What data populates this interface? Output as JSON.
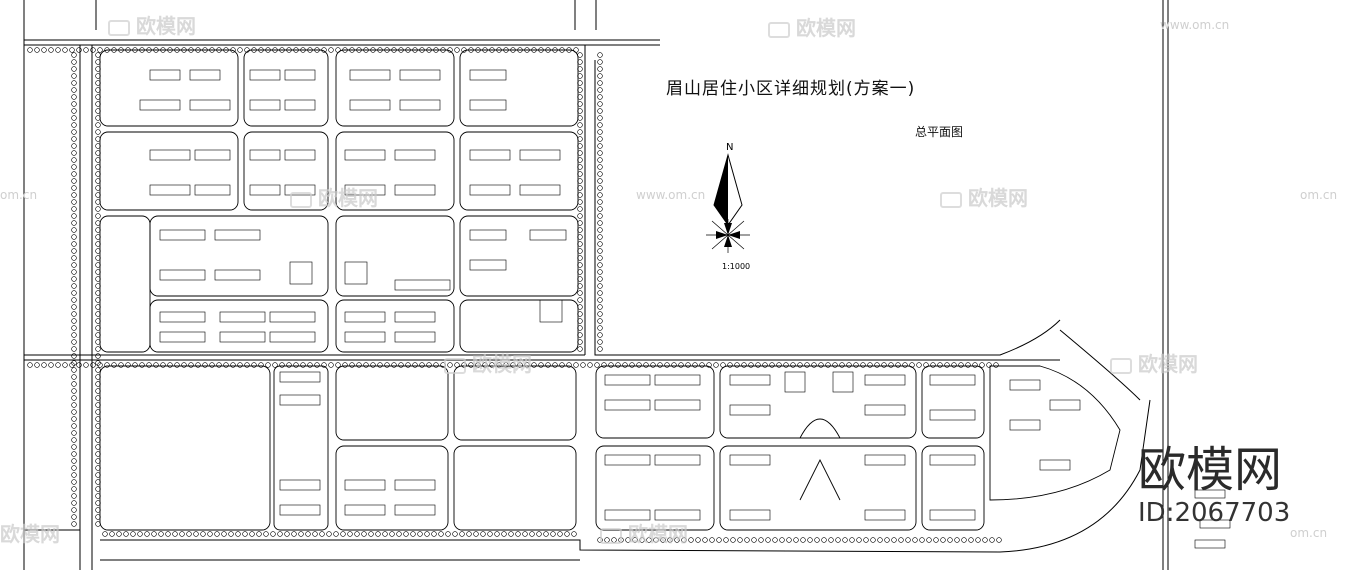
{
  "plan": {
    "title": "眉山居住小区详细规划(方案一)",
    "subtitle": "总平面图",
    "north_label": "N",
    "scale_label": "1:1000"
  },
  "watermark": {
    "brand": "欧模网",
    "site": "www.om.cn",
    "site_short": "om.cn"
  },
  "overlay": {
    "brand": "欧模网",
    "id_text": "ID:2067703"
  }
}
